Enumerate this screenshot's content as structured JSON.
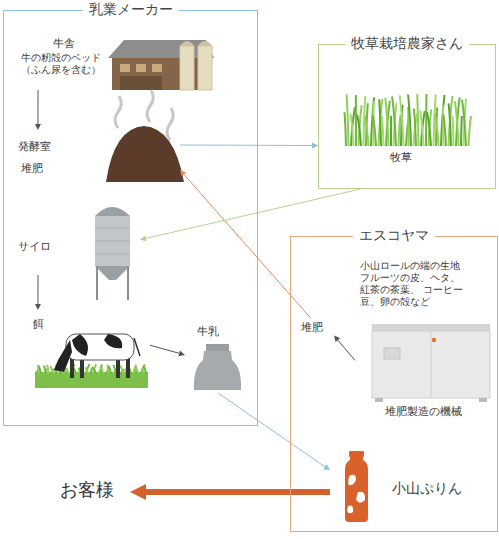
{
  "diagram": {
    "nodes": [
      {
        "text": [
          "乳業メーカー"
        ]
      },
      {
        "text": [
          "牛舎",
          "牛の籾殻のベッド （ふん尿を含む）"
        ],
        "in": 0
      },
      {
        "text": [
          "発酵室",
          "堆肥"
        ],
        "in": 0
      },
      {
        "text": [
          "サイロ"
        ],
        "in": 0
      },
      {
        "text": [
          "餌"
        ],
        "in": 0
      },
      {
        "text": [
          "牛乳"
        ],
        "in": 0
      },
      {
        "text": [
          "牧草栽培農家さん"
        ]
      },
      {
        "text": [
          "牧草"
        ],
        "in": 6
      },
      {
        "text": [
          "エスコヤマ"
        ]
      },
      {
        "text": [
          "小山ロールの端の生地 フルーツの皮、ヘタ、 紅茶の茶葉、 コーヒー豆、卵の殻など",
          "堆肥製造の機械"
        ],
        "in": 8
      },
      {
        "text": [
          "堆肥"
        ],
        "in": 8
      },
      {
        "text": [
          "小山ぷりん"
        ],
        "in": 8
      },
      {
        "text": [
          "お客様"
        ]
      }
    ],
    "edges": [
      {
        "from": 1,
        "to": 2,
        "arrow": "to"
      },
      {
        "from": 2,
        "to": 6,
        "arrow": "to"
      },
      {
        "from": 6,
        "to": 3,
        "arrow": "to"
      },
      {
        "from": 3,
        "to": 4,
        "arrow": "to"
      },
      {
        "from": 4,
        "to": 5,
        "arrow": "to"
      },
      {
        "from": 5,
        "to": 11,
        "arrow": "to"
      },
      {
        "from": 10,
        "to": 2,
        "arrow": "to"
      },
      {
        "from": 9,
        "to": 10,
        "arrow": "to"
      },
      {
        "from": 11,
        "to": 12,
        "arrow": "to"
      }
    ]
  }
}
